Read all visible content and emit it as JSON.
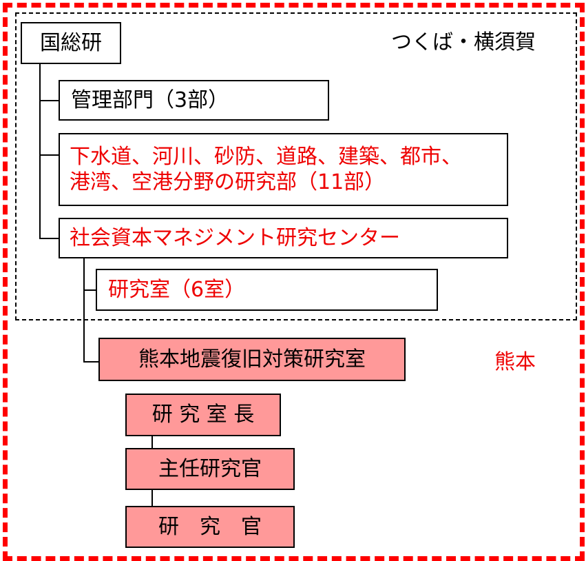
{
  "regions": {
    "tsukuba_label": "つくば・横須賀",
    "kumamoto_label": "熊本"
  },
  "org": {
    "root": "国総研",
    "management": "管理部門（3部）",
    "research_depts_line1": "下水道、河川、砂防、道路、建築、都市、",
    "research_depts_line2": "港湾、空港分野の研究部（11部）",
    "center": "社会資本マネジメント研究センター",
    "labs": "研究室（6室）",
    "kumamoto_lab": "熊本地震復旧対策研究室",
    "lab_head": "研 究 室 長",
    "chief_researcher": "主任研究官",
    "researcher": "研　究　官"
  },
  "colors": {
    "red_text": "#ee0000",
    "pink_fill": "#ff9999",
    "frame_red": "#ff0000"
  }
}
